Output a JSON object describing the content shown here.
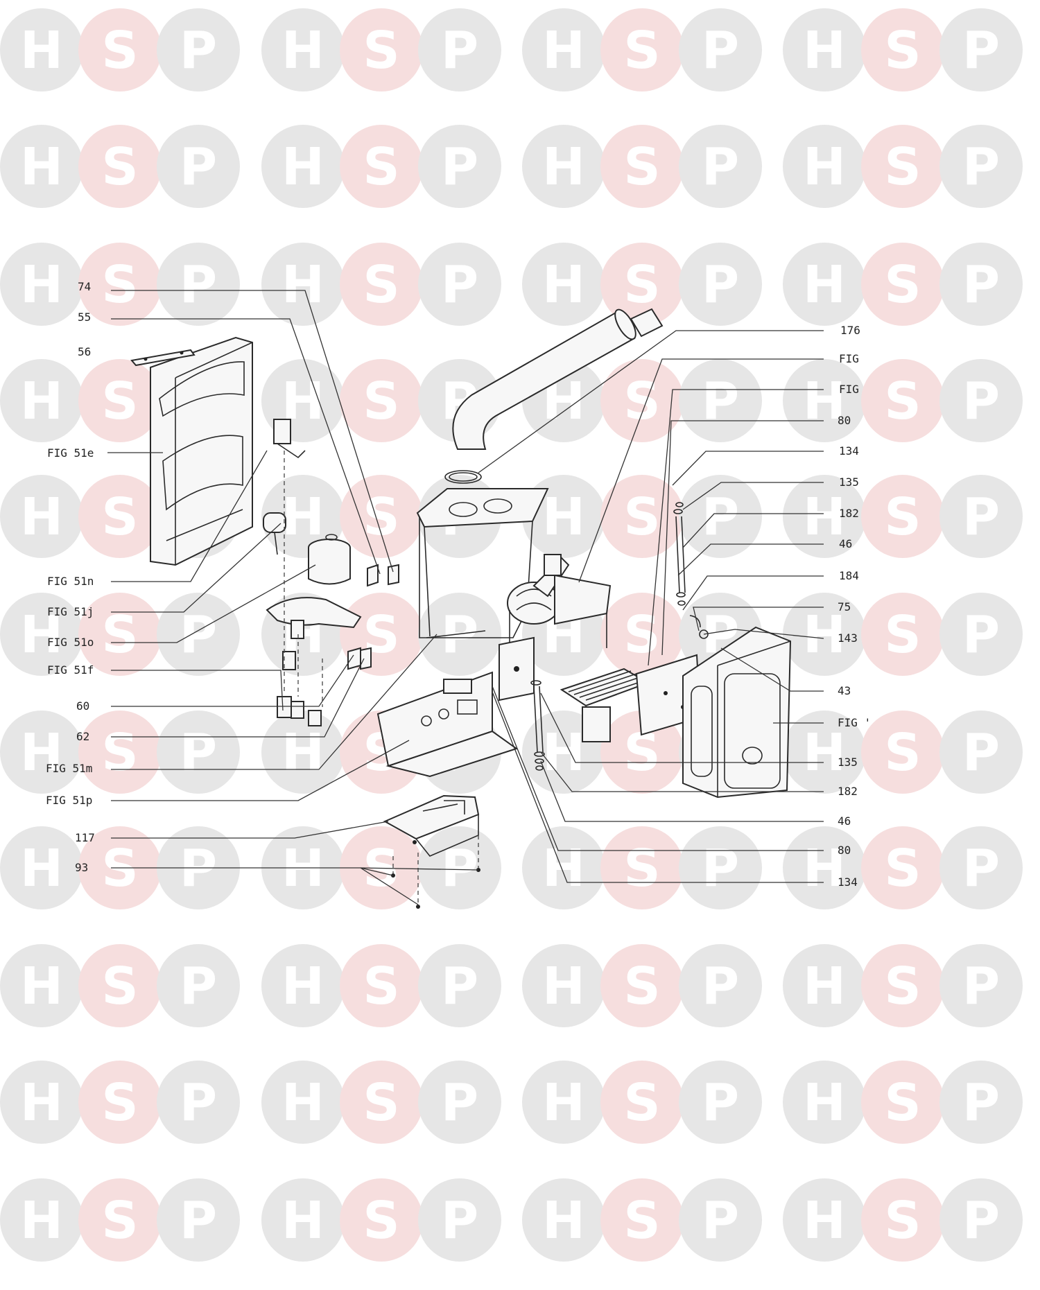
{
  "watermark": {
    "letters": [
      "H",
      "S",
      "P"
    ],
    "colors": {
      "H": "#e6e6e6",
      "S": "#f6dede",
      "P": "#e6e6e6",
      "text": "#ffffff"
    }
  },
  "labels_left": [
    {
      "id": "74",
      "text": "74"
    },
    {
      "id": "55",
      "text": "55"
    },
    {
      "id": "56",
      "text": "56"
    },
    {
      "id": "fig51e",
      "text": "FIG 51e"
    },
    {
      "id": "fig51n",
      "text": "FIG 51n"
    },
    {
      "id": "fig51j",
      "text": "FIG 51j"
    },
    {
      "id": "fig51o",
      "text": "FIG 51o"
    },
    {
      "id": "fig51f",
      "text": "FIG 51f"
    },
    {
      "id": "60",
      "text": "60"
    },
    {
      "id": "62",
      "text": "62"
    },
    {
      "id": "fig51m",
      "text": "FIG 51m"
    },
    {
      "id": "fig51p",
      "text": "FIG 51p"
    },
    {
      "id": "117",
      "text": "117"
    },
    {
      "id": "93",
      "text": "93"
    }
  ],
  "labels_right": [
    {
      "id": "176",
      "text": "176"
    },
    {
      "id": "fig_a",
      "text": "FIG"
    },
    {
      "id": "fig_b",
      "text": "FIG"
    },
    {
      "id": "80a",
      "text": "80"
    },
    {
      "id": "134a",
      "text": "134"
    },
    {
      "id": "135a",
      "text": "135"
    },
    {
      "id": "182a",
      "text": "182"
    },
    {
      "id": "46a",
      "text": "46"
    },
    {
      "id": "184",
      "text": "184"
    },
    {
      "id": "75",
      "text": "75"
    },
    {
      "id": "143",
      "text": "143"
    },
    {
      "id": "43",
      "text": "43"
    },
    {
      "id": "fig_c",
      "text": "FIG '"
    },
    {
      "id": "135b",
      "text": "135"
    },
    {
      "id": "182b",
      "text": "182"
    },
    {
      "id": "46b",
      "text": "46"
    },
    {
      "id": "80b",
      "text": "80"
    },
    {
      "id": "134b",
      "text": "134"
    }
  ]
}
